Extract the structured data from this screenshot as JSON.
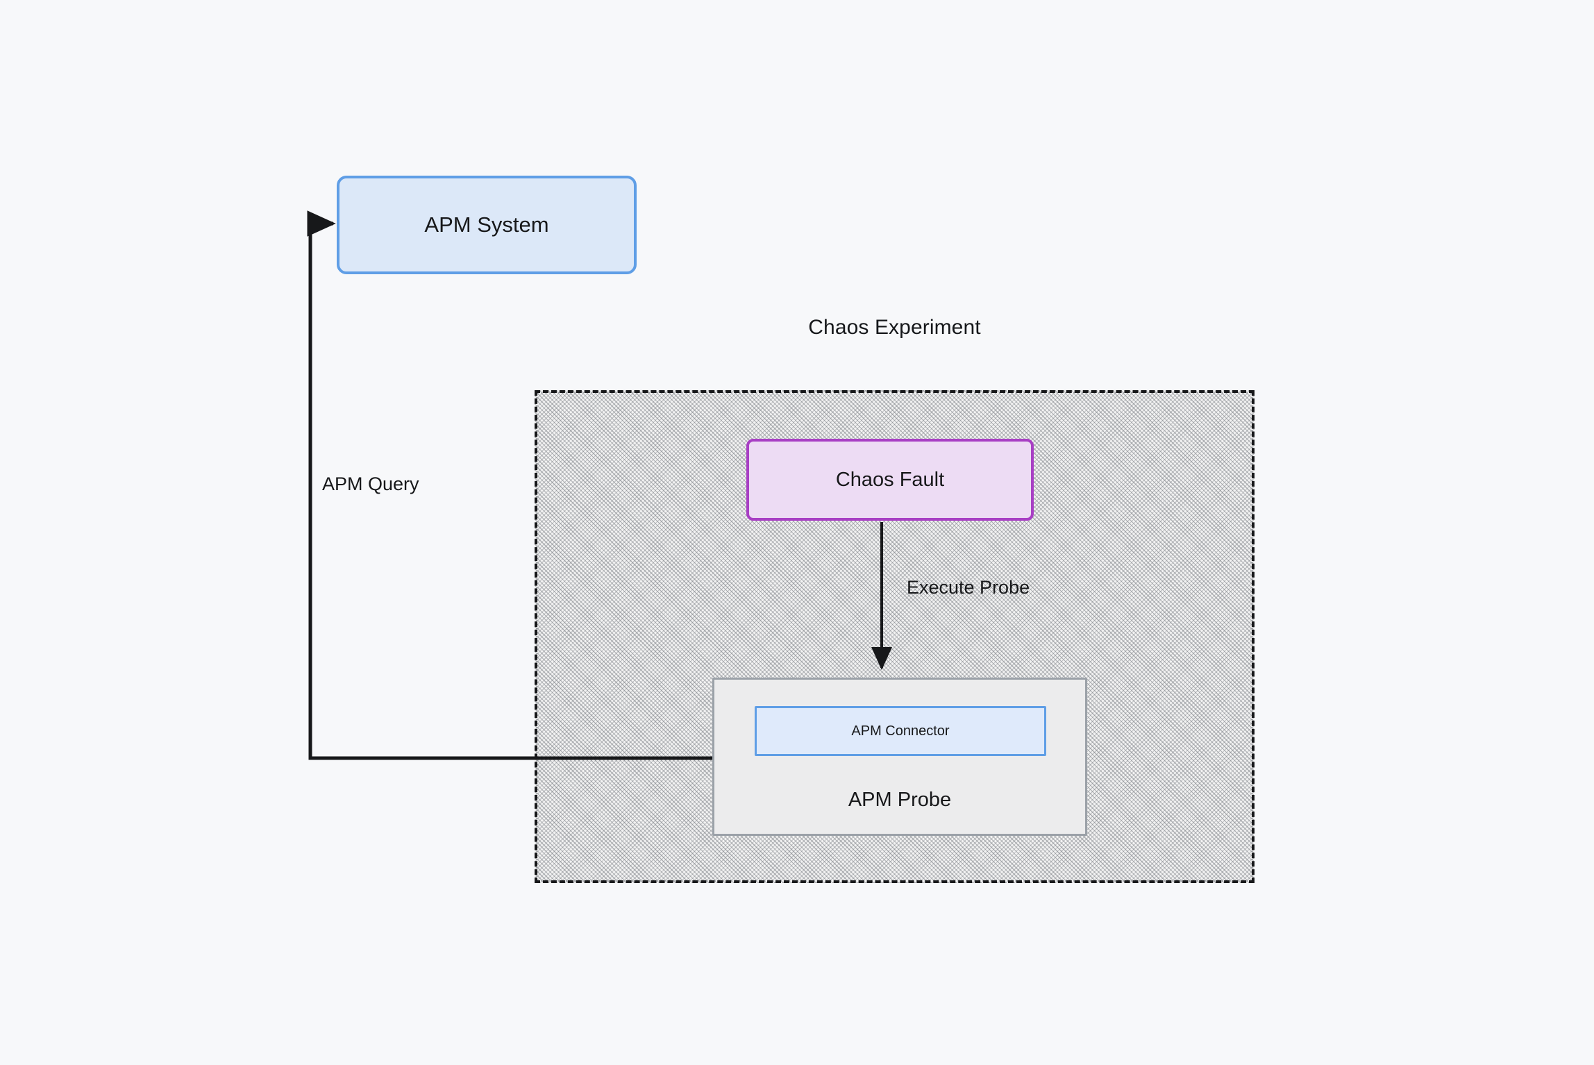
{
  "diagram": {
    "background_color": "#f7f8fa",
    "title": "Chaos Experiment",
    "nodes": {
      "apm_system": {
        "label": "APM System",
        "fill": "#dce8f8",
        "border": "#5f9ee6"
      },
      "chaos_fault": {
        "label": "Chaos Fault",
        "fill": "#eddcf4",
        "border": "#a83fc4"
      },
      "apm_probe": {
        "label": "APM Probe",
        "fill": "#ececed",
        "border": "#9ba1a8"
      },
      "apm_connector": {
        "label": "APM Connector",
        "fill": "#dfeafb",
        "border": "#5f9ee6"
      }
    },
    "container": {
      "label": "Chaos Experiment",
      "border_style": "dashed",
      "border_color": "#17181a",
      "fill_pattern": "diagonal-crosshatch"
    },
    "edges": [
      {
        "name": "apm-query-edge",
        "from": "apm_probe",
        "to": "apm_system",
        "label": "APM Query",
        "style": "solid",
        "arrow": "target"
      },
      {
        "name": "execute-probe-edge",
        "from": "chaos_fault",
        "to": "apm_probe",
        "label": "Execute Probe",
        "style": "solid",
        "arrow": "target"
      }
    ]
  }
}
